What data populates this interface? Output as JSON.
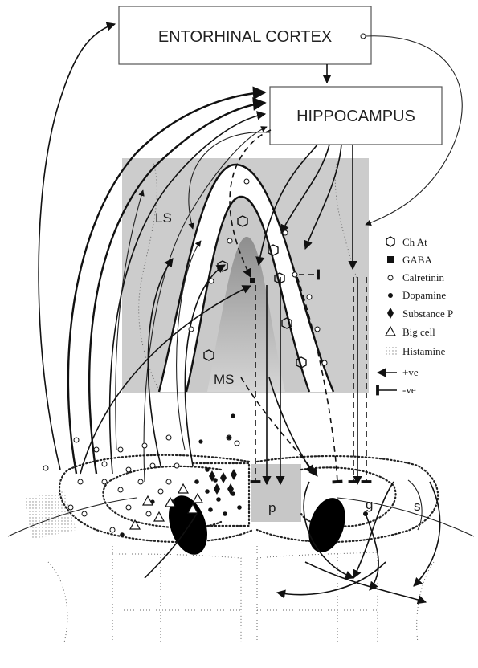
{
  "boxes": {
    "entorhinal_cortex": "ENTORHINAL CORTEX",
    "hippocampus": "HIPPOCAMPUS"
  },
  "regions": {
    "ls": "LS",
    "ms": "MS",
    "p": "p",
    "g": "g",
    "s": "s"
  },
  "legend": [
    {
      "symbol": "hexagon",
      "label": "Ch At"
    },
    {
      "symbol": "square",
      "label": "GABA"
    },
    {
      "symbol": "open-circle",
      "label": "Calretinin"
    },
    {
      "symbol": "filled-circle",
      "label": "Dopamine"
    },
    {
      "symbol": "diamond",
      "label": "Substance P"
    },
    {
      "symbol": "triangle",
      "label": "Big cell"
    },
    {
      "symbol": "stipple",
      "label": "Histamine"
    },
    {
      "symbol": "arrow",
      "label": "+ve"
    },
    {
      "symbol": "bar-end",
      "label": "-ve"
    }
  ],
  "colors": {
    "septum_fill": "#cccccc",
    "ms_core": "#9a9a9a",
    "ink": "#111111"
  }
}
